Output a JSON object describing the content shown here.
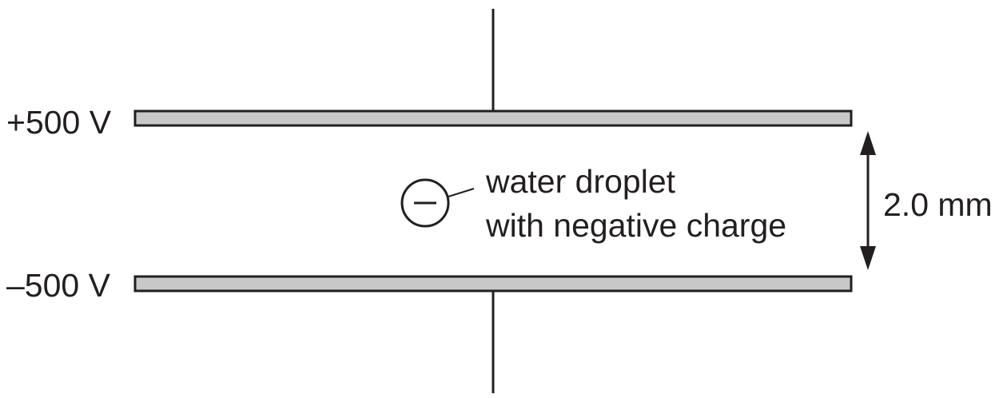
{
  "labels": {
    "top_plate_voltage": "+500 V",
    "bottom_plate_voltage": "–500 V",
    "droplet_line1": "water droplet",
    "droplet_line2": "with negative charge",
    "plate_separation": "2.0 mm",
    "droplet_charge_symbol": "−"
  },
  "colors": {
    "plate_fill": "#c8c8c8",
    "stroke": "#231f20"
  }
}
